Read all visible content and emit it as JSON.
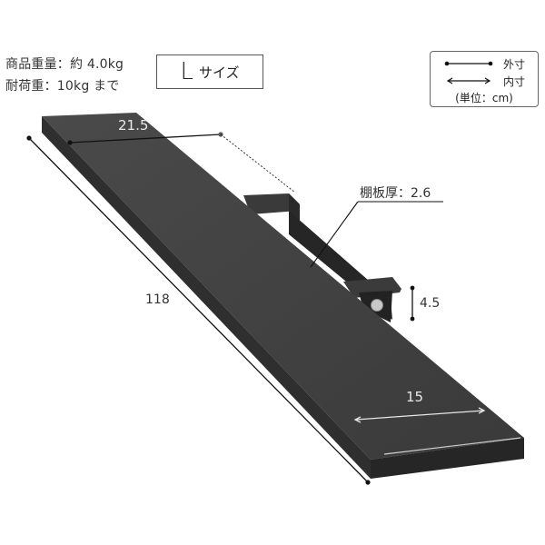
{
  "specs": {
    "weight": "商品重量：約 4.0kg",
    "load_limit": "耐荷重：10kg まで"
  },
  "size_badge": {
    "letter": "L",
    "suffix": "サイズ"
  },
  "legend": {
    "outer_label": "外寸",
    "inner_label": "内寸",
    "unit_note": "(単位：cm)"
  },
  "dimensions": {
    "depth_outer": "21.5",
    "length_outer": "118",
    "thickness_label": "棚板厚：2.6",
    "bracket_height": "4.5",
    "depth_inner": "15"
  },
  "colors": {
    "shelf_top": "#3f3f3f",
    "shelf_side": "#2e2e2e",
    "shelf_front": "#262626",
    "line": "#111111",
    "text": "#333333",
    "highlight": "#d9d9d9"
  }
}
